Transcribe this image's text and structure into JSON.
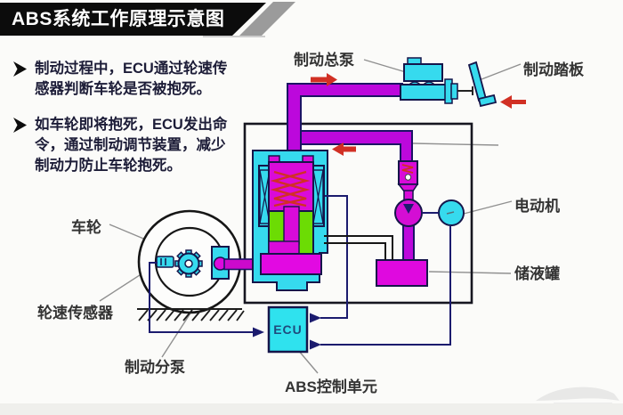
{
  "title": "ABS系统工作原理示意图",
  "bullets": [
    {
      "lines": [
        "制动过程中，ECU通过轮速传",
        "感器判断车轮是否被抱死。"
      ]
    },
    {
      "lines": [
        "如车轮即将抱死，ECU发出命",
        "令，通过制动调节装置，减少",
        "制动力防止车轮抱死。"
      ]
    }
  ],
  "labels": {
    "master_cylinder": "制动总泵",
    "brake_pedal": "制动踏板",
    "motor": "电动机",
    "reservoir": "储液罐",
    "wheel": "车轮",
    "wheel_speed_sensor": "轮速传感器",
    "wheel_cylinder": "制动分泵",
    "abs_control_unit": "ABS控制单元",
    "ecu_box": "ECU"
  },
  "colors": {
    "pipe_purple": "#bc08dc",
    "component_magenta": "#d90bd9",
    "cyan": "#36daee",
    "green": "#6cdc04",
    "arrow_red": "#d13024",
    "wire_navy": "#1b1b6e",
    "outline_dark": "#15154a",
    "label_gray": "#333333"
  }
}
